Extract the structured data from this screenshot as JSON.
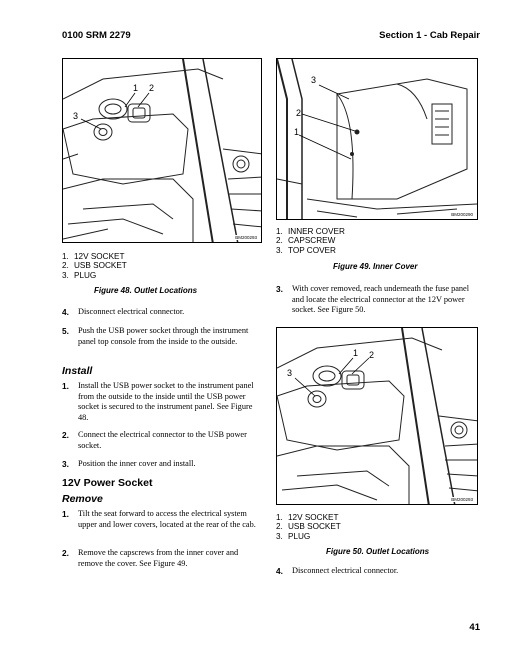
{
  "header": {
    "left": "0100 SRM 2279",
    "right": "Section 1 - Cab Repair"
  },
  "figure48": {
    "code": "BM200293",
    "callouts": [
      "1",
      "2",
      "3"
    ],
    "legend": [
      {
        "num": "1.",
        "text": "12V SOCKET"
      },
      {
        "num": "2.",
        "text": "USB SOCKET"
      },
      {
        "num": "3.",
        "text": "PLUG"
      }
    ],
    "caption": "Figure 48. Outlet Locations"
  },
  "figure49": {
    "code": "BM200290",
    "callouts": [
      "1",
      "2",
      "3"
    ],
    "legend": [
      {
        "num": "1.",
        "text": "INNER COVER"
      },
      {
        "num": "2.",
        "text": "CAPSCREW"
      },
      {
        "num": "3.",
        "text": "TOP COVER"
      }
    ],
    "caption": "Figure 49. Inner Cover"
  },
  "figure50": {
    "code": "BM200293",
    "callouts": [
      "1",
      "2",
      "3"
    ],
    "legend": [
      {
        "num": "1.",
        "text": "12V SOCKET"
      },
      {
        "num": "2.",
        "text": "USB SOCKET"
      },
      {
        "num": "3.",
        "text": "PLUG"
      }
    ],
    "caption": "Figure 50. Outlet Locations"
  },
  "left_steps": [
    {
      "num": "4.",
      "text": "Disconnect electrical connector."
    },
    {
      "num": "5.",
      "text": "Push the USB power socket through the instrument panel top console from the inside to the outside."
    }
  ],
  "install": {
    "heading": "Install",
    "steps": [
      {
        "num": "1.",
        "text": "Install the USB power socket to the instrument panel from the outside to the inside until the USB power socket is secured to the instrument panel. See Figure 48."
      },
      {
        "num": "2.",
        "text": "Connect the electrical connector to the USB power socket."
      },
      {
        "num": "3.",
        "text": "Position the inner cover and install."
      }
    ]
  },
  "socket_section": {
    "heading": "12V Power Socket",
    "subheading": "Remove",
    "steps": [
      {
        "num": "1.",
        "text": "Tilt the seat forward to access the electrical system upper and lower covers, located at the rear of the cab."
      },
      {
        "num": "2.",
        "text": "Remove the capscrews from the inner cover and remove the cover. See Figure 49."
      }
    ]
  },
  "right_steps": [
    {
      "num": "3.",
      "text": "With cover removed, reach underneath the fuse panel and locate the electrical connector at the 12V power socket. See Figure 50."
    },
    {
      "num": "4.",
      "text": "Disconnect electrical connector."
    }
  ],
  "page_number": "41"
}
